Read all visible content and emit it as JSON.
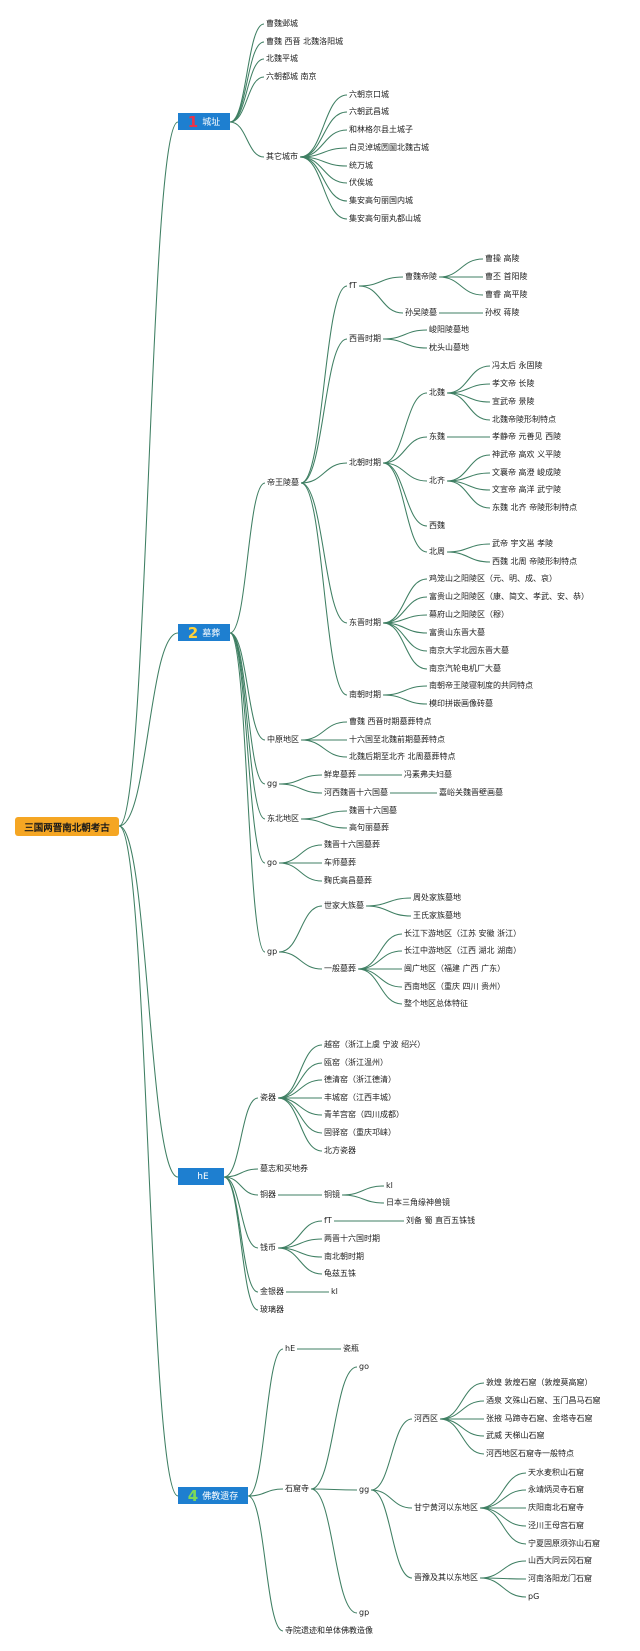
{
  "root": "三国两晋南北朝考古",
  "colors": {
    "link": "#3f7f63",
    "branch_bg": "#1e7fd0",
    "root_bg": "#f5a623"
  },
  "branches": {
    "chengzhi": {
      "num": "1",
      "label": "城址",
      "num_color": "#e8334a"
    },
    "muzang": {
      "num": "2",
      "label": "墓葬",
      "num_color": "#ffd23a"
    },
    "he": {
      "num": "",
      "label": "hE",
      "num_color": ""
    },
    "fojiao": {
      "num": "4",
      "label": "佛教遗存",
      "num_color": "#7ed957"
    }
  },
  "nodes": {
    "cw_ye": "曹魏邺城",
    "cw_luoyang": "曹魏 西晋 北魏洛阳城",
    "bw_pingcheng": "北魏平城",
    "lc_nanjing": "六朝都城 南京",
    "qita_chengshi": "其它城市",
    "jingkou": "六朝京口城",
    "wuchang": "六朝武昌城",
    "helinger": "和林格尔县土城子",
    "baiyao": "白灵淖城圐圙北魏古城",
    "tongwan": "统万城",
    "fusi": "伏俟城",
    "guonei": "集安高句丽国内城",
    "wandu": "集安高句丽丸都山城",
    "dw_lingmu": "帝王陵墓",
    "ft1": "fT",
    "cw_diling": "曹魏帝陵",
    "caocao": "曹操 高陵",
    "caopi": "曹丕 首阳陵",
    "caorui": "曹睿 高平陵",
    "sunwu": "孙吴陵墓",
    "sunquan": "孙权 蒋陵",
    "xijin": "西晋时期",
    "junyang": "峻阳陵墓地",
    "zhentou": "枕头山墓地",
    "beichao": "北朝时期",
    "beiwei": "北魏",
    "fengtaihou": "冯太后 永固陵",
    "xiaowen": "孝文帝 长陵",
    "xuanwu": "宣武帝 景陵",
    "bw_tedian": "北魏帝陵形制特点",
    "dongwei": "东魏",
    "xiaojing": "孝静帝 元善见 西陵",
    "beiqi": "北齐",
    "shenwu": "神武帝 高欢 义平陵",
    "wenxiang": "文襄帝 高澄 峻成陵",
    "wenxuan": "文宣帝 高洋 武宁陵",
    "dw_bq_tedian": "东魏 北齐 帝陵形制特点",
    "xiwei": "西魏",
    "beizhou": "北周",
    "wudi": "武帝 宇文邕 孝陵",
    "xw_bz_tedian": "西魏 北周 帝陵形制特点",
    "dongjin": "东晋时期",
    "jilong": "鸡笼山之阳陵区（元、明、成、哀）",
    "fugui": "富贵山之阳陵区（康、简文、孝武、安、恭）",
    "mufu": "幕府山之阳陵区（穆）",
    "fuguishan": "富贵山东晋大墓",
    "nanda": "南京大学北园东晋大墓",
    "qilun": "南京汽轮电机厂大墓",
    "nanchao": "南朝时期",
    "nc_gongtong": "南朝帝王陵寝制度的共同特点",
    "mochuan": "模印拼嵌画像砖墓",
    "zhongyuan": "中原地区",
    "zy1": "曹魏 西晋时期墓葬特点",
    "zy2": "十六国至北魏前期墓葬特点",
    "zy3": "北魏后期至北齐 北周墓葬特点",
    "gg": "gg",
    "xianbei": "鲜卑墓葬",
    "fengsufu": "冯素弗夫妇墓",
    "hexi": "河西魏晋十六国墓",
    "jiayuguan": "嘉峪关魏晋壁画墓",
    "dongbei": "东北地区",
    "db1": "魏晋十六国墓",
    "db2": "高句丽墓葬",
    "go1": "go",
    "go_1": "魏晋十六国墓葬",
    "go_2": "车师墓葬",
    "go_3": "麴氏高昌墓葬",
    "gp1": "gp",
    "shijia": "世家大族墓",
    "zhouchu": "周处家族墓地",
    "wangshi": "王氏家族墓地",
    "yiban": "一般墓葬",
    "yb1": "长江下游地区（江苏 安徽 浙江）",
    "yb2": "长江中游地区（江西 湖北 湖南）",
    "yb3": "闽广地区（福建 广西 广东）",
    "yb4": "西南地区（重庆 四川 贵州）",
    "yb5": "整个地区总体特征",
    "ciqi": "瓷器",
    "yueyao": "越窑（浙江上虞 宁波 绍兴）",
    "ouyao": "瓯窑（浙江温州）",
    "deqing": "德清窑（浙江德清）",
    "fengcheng": "丰城窑（江西丰城）",
    "qingyang": "青羊宫窑（四川成都）",
    "guanzhuang": "固驿窑（重庆邛崃）",
    "beifang": "北方瓷器",
    "muzhi": "墓志和买地券",
    "tongqi": "铜器",
    "tongjing": "铜镜",
    "kl1": "kl",
    "riben": "日本三角缘神兽镜",
    "qianbi": "钱币",
    "ft2": "fT",
    "liubei": "刘备 蜀 直百五铢钱",
    "liangjin": "两晋十六国时期",
    "nbc": "南北朝时期",
    "guizi": "龟兹五铢",
    "jinyin": "金银器",
    "kl2": "kl",
    "boli": "玻璃器",
    "he2": "hE",
    "ciping": "瓷瓶",
    "go2": "go",
    "shiku": "石窟寺",
    "gg2": "gg",
    "hexiqu": "河西区",
    "dunhuang": "敦煌 敦煌石窟（敦煌莫高窟）",
    "jiuquan": "酒泉 文殊山石窟、玉门昌马石窟",
    "zhangye": "张掖 马蹄寺石窟、金塔寺石窟",
    "wuwei": "武威 天梯山石窟",
    "hx_yiban": "河西地区石窟寺一般特点",
    "gansu": "甘宁黄河以东地区",
    "maiji": "天水麦积山石窟",
    "yongjing": "永靖炳灵寺石窟",
    "qingyangbei": "庆阳南北石窟寺",
    "jingchuan": "泾川王母宫石窟",
    "xumishan": "宁夏固原须弥山石窟",
    "jinyu": "晋豫及其以东地区",
    "yungang": "山西大同云冈石窟",
    "longmen": "河南洛阳龙门石窟",
    "pg": "pG",
    "gp2": "gp",
    "siyuan": "寺院遗迹和单体佛教造像"
  }
}
